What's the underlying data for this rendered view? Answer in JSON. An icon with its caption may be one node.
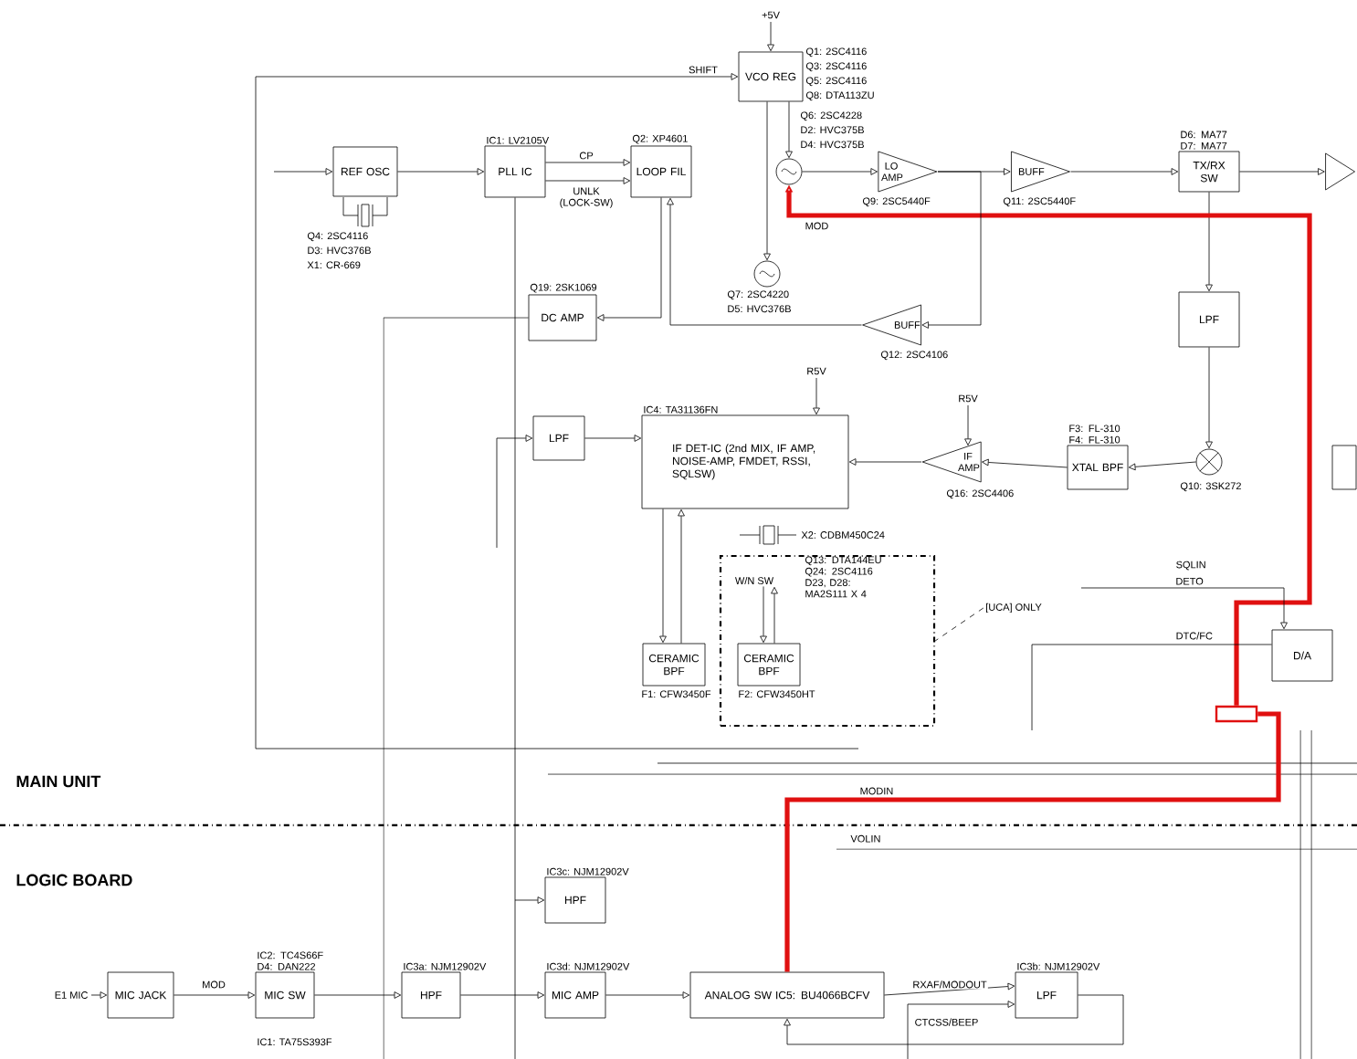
{
  "diagram": {
    "nodes": [
      {
        "text": [
          "REF OSC"
        ],
        "beside": [
          "Q4: 2SC4116",
          "D3: HVC376B",
          "X1: CR-669"
        ]
      },
      {
        "text": [
          "IC1: LV2105V",
          "PLL IC"
        ]
      },
      {
        "text": [
          "Q2: XP4601",
          "LOOP FIL"
        ]
      },
      {
        "text": [
          "VCO REG"
        ],
        "beside": [
          "Q1: 2SC4116",
          "Q3: 2SC4116",
          "Q5: 2SC4116",
          "Q8: DTA113ZU"
        ]
      },
      {
        "text": [],
        "shape": "circle",
        "beside": [
          "Q6: 2SC4228",
          "D2: HVC375B",
          "D4: HVC375B"
        ]
      },
      {
        "text": [
          "LO AMP"
        ],
        "beside": [
          "Q9: 2SC5440F"
        ]
      },
      {
        "text": [
          "BUFF"
        ],
        "beside": [
          "Q11: 2SC5440F"
        ]
      },
      {
        "text": [
          "D6: MA77 D7: MA77",
          "TX/RX SW"
        ]
      },
      {
        "text": [],
        "shape": "triangle"
      },
      {
        "text": [],
        "shape": "circle",
        "beside": [
          "Q7: 2SC4220",
          "D5: HVC376B"
        ]
      },
      {
        "text": [
          "BUFF"
        ],
        "beside": [
          "Q12: 2SC4106"
        ]
      },
      {
        "text": [
          "Q19: 2SK1069",
          "DC AMP"
        ]
      },
      {
        "text": [
          "LPF"
        ]
      },
      {
        "text": [
          "IC4: TA31136FN",
          "IF DET-IC (2nd MIX, IF AMP, NOISE-AMP, FMDET, RSSI, SQLSW)"
        ]
      },
      {
        "text": [
          "IF AMP"
        ],
        "beside": [
          "Q16: 2SC4406"
        ]
      },
      {
        "text": [
          "F3: FL-310 F4: FL-310",
          "XTAL BPF"
        ]
      },
      {
        "text": [],
        "shape": "circle",
        "beside": [
          "Q10: 3SK272"
        ]
      },
      {
        "text": [
          "LPF"
        ]
      },
      {
        "text": [],
        "shape": "box"
      },
      {
        "text": [
          "CERAMIC BPF"
        ],
        "beside": [
          "F1: CFW3450F"
        ]
      },
      {
        "text": [],
        "shape": "box"
      },
      {
        "text": [
          "W/N SW"
        ],
        "in": 20
      },
      {
        "text": [
          "CERAMIC BPF"
        ],
        "beside": [
          "F2: CFW3450HT"
        ],
        "in": 20
      },
      {
        "text": [
          "[UCA] ONLY"
        ]
      },
      {
        "text": [
          "D/A"
        ]
      },
      {
        "text": [],
        "shape": "box"
      },
      {
        "text": [
          "MIC JACK"
        ]
      },
      {
        "text": [
          "IC2: TC4S66F D4: DAN222",
          "MIC SW"
        ]
      },
      {
        "text": [
          "IC3a: NJM12902V",
          "HPF"
        ]
      },
      {
        "text": [
          "IC3d: NJM12902V",
          "MIC AMP"
        ]
      },
      {
        "text": [
          "IC3c: NJM12902V",
          "HPF"
        ]
      },
      {
        "text": [
          "ANALOG SW IC5: BU4066BCFV"
        ]
      },
      {
        "text": [
          "IC3b: NJM12902V",
          "LPF"
        ]
      }
    ],
    "edges": [
      {
        "from": null,
        "to": 0,
        "arrow": "to"
      },
      {
        "from": 0,
        "to": 1,
        "arrow": "to"
      },
      {
        "from": 1,
        "to": 2,
        "arrow": "to",
        "label": "CP"
      },
      {
        "from": 1,
        "to": 2,
        "arrow": "to",
        "label": "UNLK (LOCK-SW)"
      },
      {
        "from": 2,
        "to": 11,
        "arrow": "to"
      },
      {
        "from": 3,
        "to": 4,
        "arrow": "to"
      },
      {
        "from": 4,
        "to": 5,
        "arrow": "to"
      },
      {
        "from": 5,
        "to": 6,
        "arrow": "to"
      },
      {
        "from": 6,
        "to": 7,
        "arrow": "to"
      },
      {
        "from": 7,
        "to": 8,
        "arrow": "to"
      },
      {
        "from": 3,
        "to": 9,
        "arrow": "to"
      },
      {
        "from": 10,
        "to": 2,
        "arrow": "to"
      },
      {
        "from": 7,
        "to": 17,
        "arrow": "to"
      },
      {
        "from": 17,
        "to": 16,
        "arrow": "to"
      },
      {
        "from": 16,
        "to": 15,
        "arrow": "to"
      },
      {
        "from": 15,
        "to": 14,
        "arrow": "to"
      },
      {
        "from": 14,
        "to": 13,
        "arrow": "to"
      },
      {
        "from": 12,
        "to": 13,
        "arrow": "to"
      },
      {
        "from": 13,
        "to": 19,
        "arrow": "to"
      },
      {
        "from": 19,
        "to": 13,
        "arrow": "to"
      },
      {
        "from": 21,
        "to": 22,
        "arrow": "to"
      },
      {
        "from": 22,
        "to": 21,
        "arrow": "to"
      },
      {
        "from": 25,
        "to": 4,
        "arrow": "to",
        "label": "MOD",
        "style": "thick",
        "color": "#e01010"
      },
      {
        "from": 31,
        "to": 25,
        "arrow": "none",
        "label": "MODIN",
        "style": "thick",
        "color": "#e01010"
      },
      {
        "from": null,
        "to": 26,
        "arrow": "to",
        "label": "E1 MIC"
      },
      {
        "from": 26,
        "to": 27,
        "arrow": "to",
        "label": "MOD"
      },
      {
        "from": 27,
        "to": 28,
        "arrow": "to"
      },
      {
        "from": 28,
        "to": 29,
        "arrow": "to"
      },
      {
        "from": 29,
        "to": 31,
        "arrow": "to"
      },
      {
        "from": 31,
        "to": 32,
        "arrow": "to",
        "label": "RXAF/MODOUT"
      },
      {
        "from": 32,
        "to": 31,
        "arrow": "to"
      },
      {
        "from": null,
        "to": 24,
        "arrow": "to",
        "label": "SQLIN"
      },
      {
        "from": 24,
        "to": null,
        "arrow": "none",
        "label": "DTC/FC"
      },
      {
        "from": null,
        "to": 3,
        "arrow": "to",
        "label": "SHIFT"
      },
      {
        "from": null,
        "to": 3,
        "arrow": "to",
        "label": "+5V"
      },
      {
        "from": null,
        "to": 13,
        "arrow": "to",
        "label": "R5V"
      },
      {
        "from": null,
        "to": 14,
        "arrow": "to",
        "label": "R5V"
      },
      {
        "from": null,
        "to": 30,
        "arrow": "to"
      },
      {
        "from": 5,
        "to": 10,
        "arrow": "to"
      },
      {
        "from": 23,
        "to": 20,
        "arrow": "none",
        "style": "dashed"
      },
      {
        "from": null,
        "to": 32,
        "arrow": "to",
        "label": "CTCSS/BEEP"
      },
      {
        "from": 11,
        "to": null,
        "arrow": "none"
      },
      {
        "from": 1,
        "to": null,
        "arrow": "none"
      },
      {
        "from": null,
        "to": 12,
        "arrow": "to"
      }
    ],
    "labels": [
      "DETO",
      "X2: CDBM450C24",
      "Q13: DTA144EU Q24: 2SC4116 D23, D28: MA2S111 X 4",
      "MAIN UNIT",
      "LOGIC BOARD",
      "VOLIN",
      "IC1: TA75S393F"
    ]
  }
}
